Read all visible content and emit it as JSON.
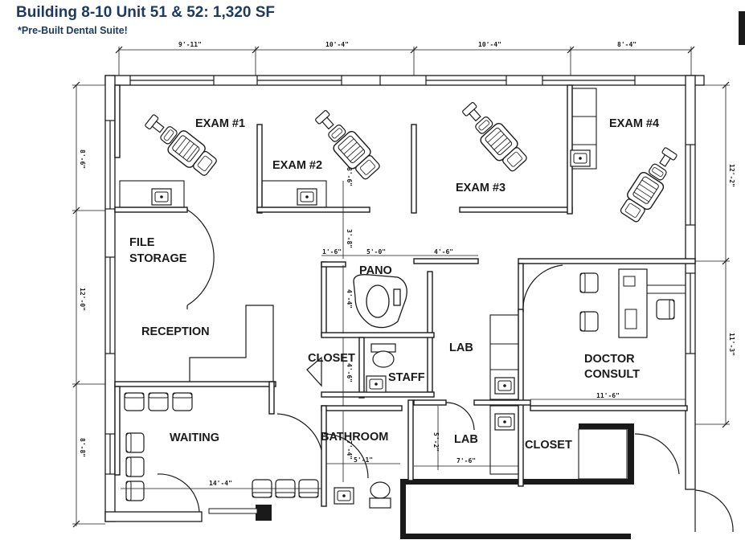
{
  "header": {
    "title": "Building 8-10 Unit 51 & 52: 1,320 SF",
    "subtitle": "*Pre-Built Dental Suite!"
  },
  "rooms": {
    "exam1": "EXAM #1",
    "exam2": "EXAM #2",
    "exam3": "EXAM #3",
    "exam4": "EXAM #4",
    "file_storage_line1": "FILE",
    "file_storage_line2": "STORAGE",
    "reception": "RECEPTION",
    "pano": "PANO",
    "lab_upper": "LAB",
    "lab_lower": "LAB",
    "closet_left": "CLOSET",
    "staff": "STAFF",
    "doctor_consult_line1": "DOCTOR",
    "doctor_consult_line2": "CONSULT",
    "waiting": "WAITING",
    "bathroom": "BATHROOM",
    "closet_right": "CLOSET"
  },
  "dimensions": {
    "top_1": "9'-11\"",
    "top_2": "10'-4\"",
    "top_3": "10'-4\"",
    "top_4": "8'-4\"",
    "left_1": "8'-6\"",
    "left_2": "12'-0\"",
    "left_3": "8'-8\"",
    "right_1": "12'-2\"",
    "right_2": "11'-3\"",
    "exam2_depth": "8'-6\"",
    "hall_3_8": "3'-8\"",
    "pano_1_6": "1'-6\"",
    "pano_5_0": "5'-0\"",
    "pano_4_6": "4'-6\"",
    "pano_depth": "4'-4\"",
    "closet_depth": "4'-6\"",
    "bath_depth": "7'-4\"",
    "bath_width": "5'-1\"",
    "lab_depth": "5'-2\"",
    "lab_width": "7'-6\"",
    "consult_width": "11'-6\"",
    "waiting_width": "14'-4\""
  },
  "colors": {
    "title": "#1e3a63",
    "ink": "#1a1a1a"
  }
}
